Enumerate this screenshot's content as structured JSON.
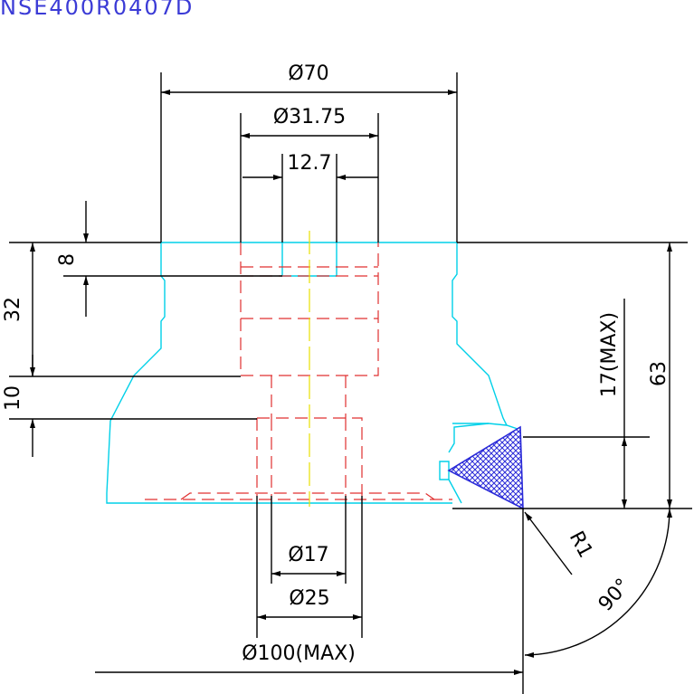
{
  "title": "NSE400R0407D",
  "dimensions": {
    "d70": "Ø70",
    "d31_75": "Ø31.75",
    "w12_7": "12.7",
    "h8": "8",
    "h32": "32",
    "h10": "10",
    "h17max": "17(MAX)",
    "h63": "63",
    "r1": "R1",
    "angle90": "90°",
    "d17": "Ø17",
    "d25": "Ø25",
    "d100max": "Ø100(MAX)"
  },
  "colors": {
    "title": "#3b3bd6",
    "outline": "#00d0e8",
    "hidden": "#e03030",
    "centerline": "#e8e000",
    "insert": "#2a2ad8",
    "dimension": "#000000"
  }
}
